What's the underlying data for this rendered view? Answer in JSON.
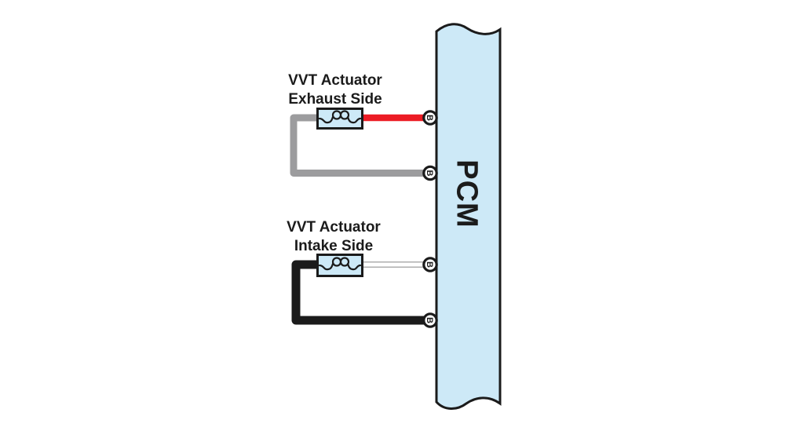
{
  "diagram": {
    "exhaust_actuator": {
      "label_line1": "VVT Actuator",
      "label_line2": "Exhaust Side"
    },
    "intake_actuator": {
      "label_line1": "VVT Actuator",
      "label_line2": "Intake Side"
    },
    "pcm": {
      "label": "PCM"
    },
    "terminals": [
      {
        "label": "B"
      },
      {
        "label": "B"
      },
      {
        "label": "B"
      },
      {
        "label": "B"
      }
    ]
  },
  "colors": {
    "background": "#ffffff",
    "component_fill": "#cde9f7",
    "outline": "#1b1b1b",
    "wire_red": "#ec1c24",
    "wire_gray": "#9c9c9e",
    "wire_black": "#1b1b1b",
    "wire_white": "#ffffff",
    "wire_white_edge": "#9a9a9a",
    "terminal_fill": "#ffffff"
  }
}
